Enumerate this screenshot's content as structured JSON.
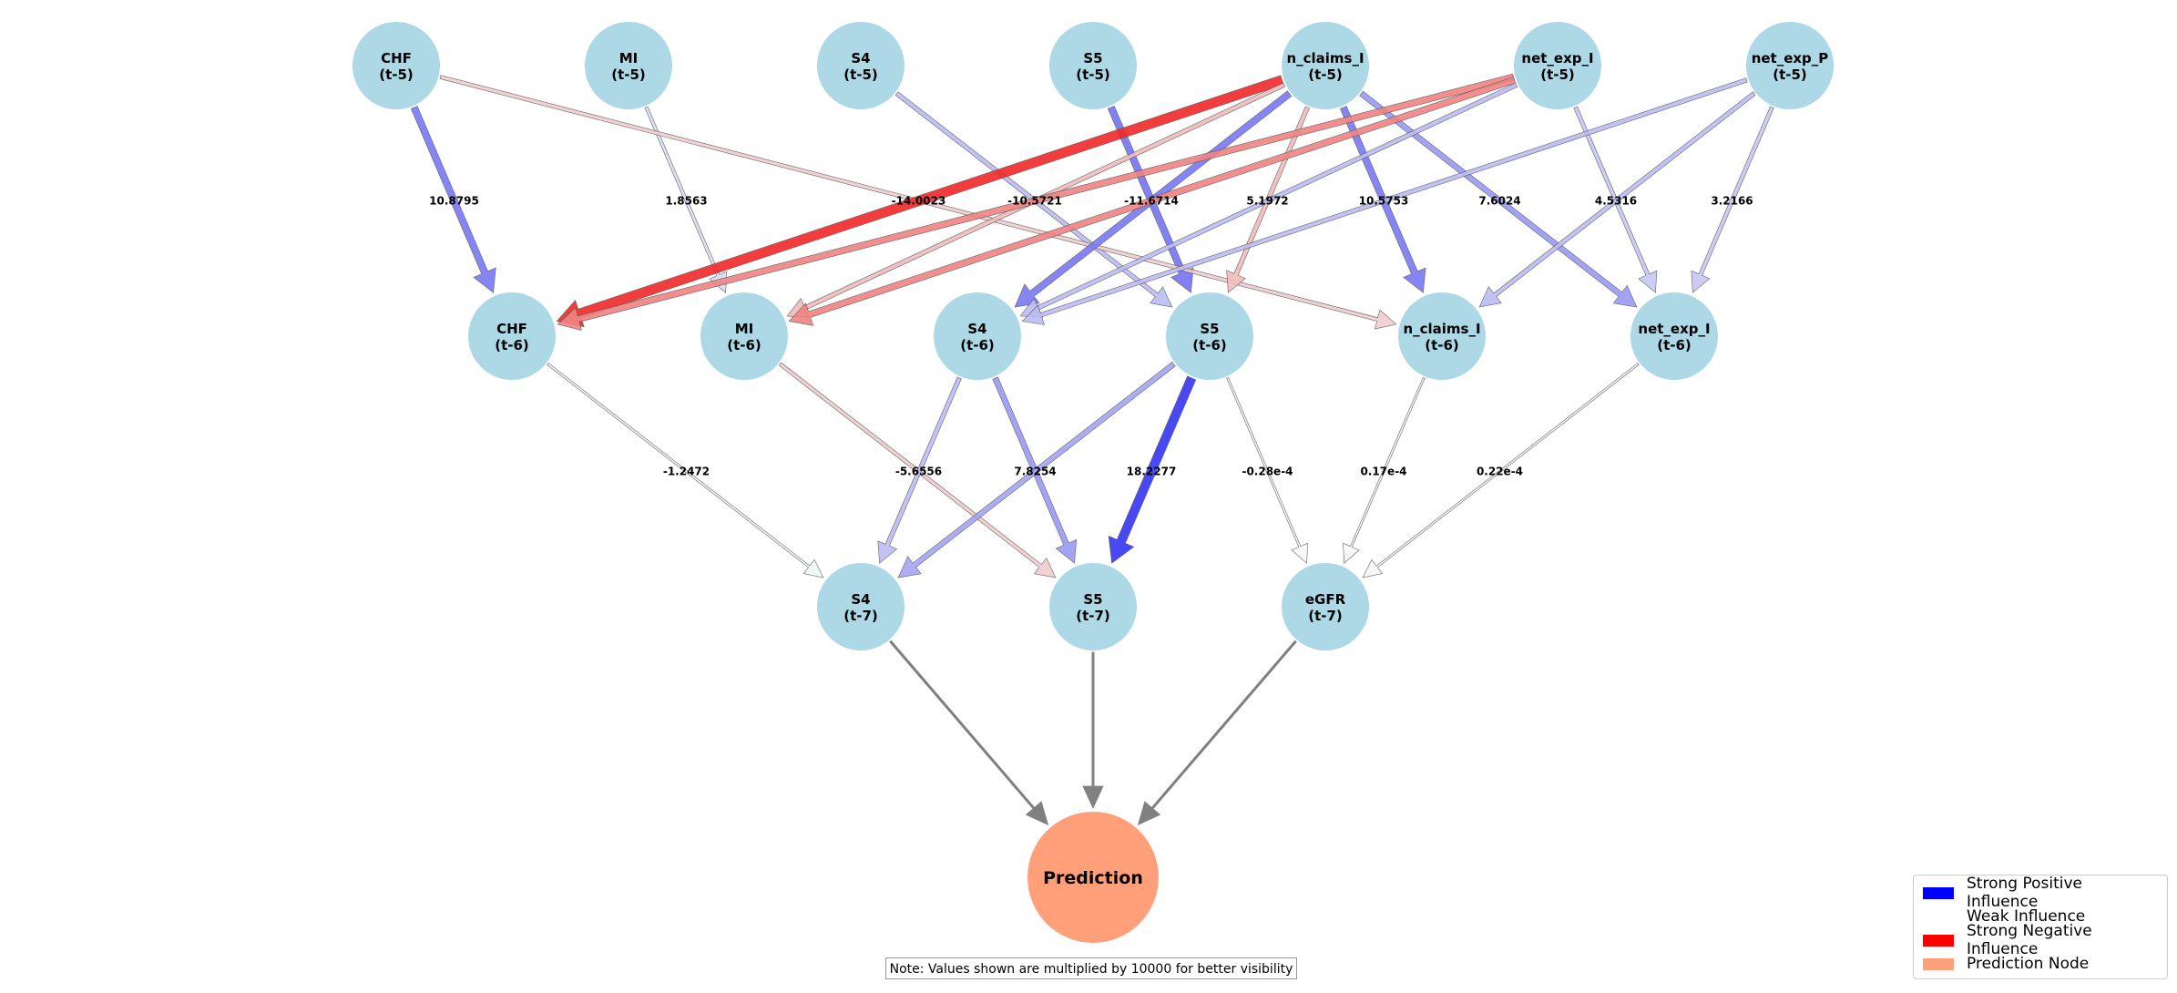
{
  "nodes": [
    {
      "id": "CHF_t5",
      "name": "CHF",
      "time": "(t-5)",
      "layer": 0,
      "col": 0
    },
    {
      "id": "MI_t5",
      "name": "MI",
      "time": "(t-5)",
      "layer": 0,
      "col": 1
    },
    {
      "id": "S4_t5",
      "name": "S4",
      "time": "(t-5)",
      "layer": 0,
      "col": 2
    },
    {
      "id": "S5_t5",
      "name": "S5",
      "time": "(t-5)",
      "layer": 0,
      "col": 3
    },
    {
      "id": "nclaims_t5",
      "name": "n_claims_I",
      "time": "(t-5)",
      "layer": 0,
      "col": 4
    },
    {
      "id": "netexpI_t5",
      "name": "net_exp_I",
      "time": "(t-5)",
      "layer": 0,
      "col": 5
    },
    {
      "id": "netexpP_t5",
      "name": "net_exp_P",
      "time": "(t-5)",
      "layer": 0,
      "col": 6
    },
    {
      "id": "CHF_t6",
      "name": "CHF",
      "time": "(t-6)",
      "layer": 1,
      "col": 0
    },
    {
      "id": "MI_t6",
      "name": "MI",
      "time": "(t-6)",
      "layer": 1,
      "col": 1
    },
    {
      "id": "S4_t6",
      "name": "S4",
      "time": "(t-6)",
      "layer": 1,
      "col": 2
    },
    {
      "id": "S5_t6",
      "name": "S5",
      "time": "(t-6)",
      "layer": 1,
      "col": 3
    },
    {
      "id": "nclaims_t6",
      "name": "n_claims_I",
      "time": "(t-6)",
      "layer": 1,
      "col": 4
    },
    {
      "id": "netexpI_t6",
      "name": "net_exp_I",
      "time": "(t-6)",
      "layer": 1,
      "col": 5
    },
    {
      "id": "S4_t7",
      "name": "S4",
      "time": "(t-7)",
      "layer": 2,
      "col": 0
    },
    {
      "id": "S5_t7",
      "name": "S5",
      "time": "(t-7)",
      "layer": 2,
      "col": 1
    },
    {
      "id": "eGFR_t7",
      "name": "eGFR",
      "time": "(t-7)",
      "layer": 2,
      "col": 2
    },
    {
      "id": "prediction",
      "name": "Prediction",
      "time": "",
      "layer": 3,
      "col": 0
    }
  ],
  "edges": [
    {
      "from": "CHF_t5",
      "to": "CHF_t6",
      "label": "10.8795",
      "influence": "positive",
      "strength": 0.6
    },
    {
      "from": "MI_t5",
      "to": "MI_t6",
      "label": "1.8563",
      "influence": "positive",
      "strength": 0.15
    },
    {
      "from": "S4_t5",
      "to": "S5_t6",
      "label": "",
      "influence": "positive",
      "strength": 0.3
    },
    {
      "from": "S5_t5",
      "to": "S5_t6",
      "label": "",
      "influence": "positive",
      "strength": 0.62
    },
    {
      "from": "CHF_t5",
      "to": "nclaims_t6",
      "label": "",
      "influence": "negative",
      "strength": 0.22
    },
    {
      "from": "nclaims_t5",
      "to": "CHF_t6",
      "label": "-14.0023",
      "influence": "negative",
      "strength": 0.95
    },
    {
      "from": "nclaims_t5",
      "to": "MI_t6",
      "label": "-10.5721",
      "influence": "negative",
      "strength": 0.3
    },
    {
      "from": "nclaims_t5",
      "to": "S4_t6",
      "label": "-11.6714",
      "influence": "positive",
      "strength": 0.6
    },
    {
      "from": "nclaims_t5",
      "to": "S5_t6",
      "label": "5.1972",
      "influence": "negative",
      "strength": 0.3
    },
    {
      "from": "nclaims_t5",
      "to": "nclaims_t6",
      "label": "10.5753",
      "influence": "positive",
      "strength": 0.6
    },
    {
      "from": "nclaims_t5",
      "to": "netexpI_t6",
      "label": "7.6024",
      "influence": "positive",
      "strength": 0.45
    },
    {
      "from": "netexpI_t5",
      "to": "CHF_t6",
      "label": "",
      "influence": "negative",
      "strength": 0.55
    },
    {
      "from": "netexpI_t5",
      "to": "MI_t6",
      "label": "",
      "influence": "negative",
      "strength": 0.55
    },
    {
      "from": "netexpI_t5",
      "to": "S4_t6",
      "label": "",
      "influence": "positive",
      "strength": 0.3
    },
    {
      "from": "netexpI_t5",
      "to": "netexpI_t6",
      "label": "4.5316",
      "influence": "positive",
      "strength": 0.25
    },
    {
      "from": "netexpP_t5",
      "to": "S4_t6",
      "label": "",
      "influence": "positive",
      "strength": 0.3
    },
    {
      "from": "netexpP_t5",
      "to": "nclaims_t6",
      "label": "",
      "influence": "positive",
      "strength": 0.3
    },
    {
      "from": "netexpP_t5",
      "to": "netexpI_t6",
      "label": "3.2166",
      "influence": "positive",
      "strength": 0.25
    },
    {
      "from": "CHF_t6",
      "to": "S4_t7",
      "label": "-1.2472",
      "influence": "negative",
      "strength": 0.04
    },
    {
      "from": "MI_t6",
      "to": "S5_t7",
      "label": "-5.6556",
      "influence": "negative",
      "strength": 0.22
    },
    {
      "from": "S4_t6",
      "to": "S4_t7",
      "label": "",
      "influence": "positive",
      "strength": 0.3
    },
    {
      "from": "S4_t6",
      "to": "S5_t7",
      "label": "7.8254",
      "influence": "positive",
      "strength": 0.45
    },
    {
      "from": "S5_t6",
      "to": "S4_t7",
      "label": "",
      "influence": "positive",
      "strength": 0.4
    },
    {
      "from": "S5_t6",
      "to": "S5_t7",
      "label": "18.2277",
      "influence": "positive",
      "strength": 0.9
    },
    {
      "from": "S5_t6",
      "to": "eGFR_t7",
      "label": "-0.28e-4",
      "influence": "weak",
      "strength": 0.02
    },
    {
      "from": "nclaims_t6",
      "to": "eGFR_t7",
      "label": "0.17e-4",
      "influence": "weak",
      "strength": 0.02
    },
    {
      "from": "netexpI_t6",
      "to": "eGFR_t7",
      "label": "0.22e-4",
      "influence": "weak",
      "strength": 0.02
    },
    {
      "from": "S4_t7",
      "to": "prediction",
      "label": "",
      "influence": "prediction",
      "strength": 0
    },
    {
      "from": "S5_t7",
      "to": "prediction",
      "label": "",
      "influence": "prediction",
      "strength": 0
    },
    {
      "from": "eGFR_t7",
      "to": "prediction",
      "label": "",
      "influence": "prediction",
      "strength": 0
    }
  ],
  "legend": [
    {
      "label": "Strong Positive Influence",
      "color": "#0000ff"
    },
    {
      "label": "Weak Influence",
      "color": "#ffffff"
    },
    {
      "label": "Strong Negative Influence",
      "color": "#ff0000"
    },
    {
      "label": "Prediction Node",
      "color": "#ffa07a"
    }
  ],
  "note": "Note: Values shown are multiplied by 10000 for better visibility",
  "colors": {
    "node": "#add8e6",
    "prediction_node": "#ffa07a",
    "prediction_edge": "#808080",
    "positive": "#0000ff",
    "negative": "#ff0000"
  }
}
